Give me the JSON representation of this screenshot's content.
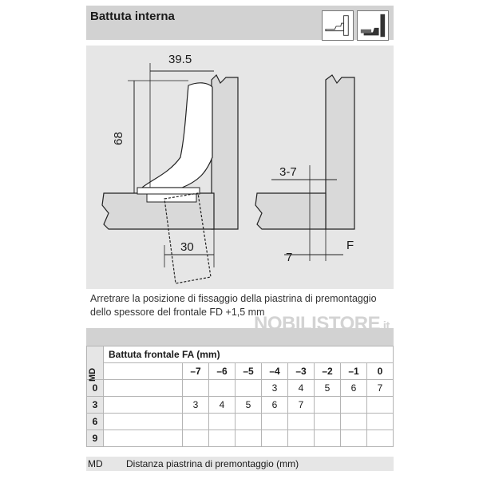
{
  "header": {
    "title": "Battuta interna"
  },
  "dimensions": {
    "width_top": "39.5",
    "height_left": "68",
    "width_bottom": "30",
    "range": "3-7",
    "seven": "7",
    "f": "F"
  },
  "note": "Arretrare la posizione di fissaggio della piastrina di premontaggio dello spessore del frontale FD +1,5 mm",
  "watermark": {
    "main": "NOBILISTORE",
    "suffix": ".it"
  },
  "table": {
    "row_axis_label": "MD",
    "column_title": "Battuta frontale FA (mm)",
    "columns": [
      "–7",
      "–6",
      "–5",
      "–4",
      "–3",
      "–2",
      "–1",
      "0"
    ],
    "rows": [
      {
        "label": "0",
        "values": [
          "",
          "",
          "",
          "3",
          "4",
          "5",
          "6",
          "7"
        ]
      },
      {
        "label": "3",
        "values": [
          "3",
          "4",
          "5",
          "6",
          "7",
          "",
          "",
          ""
        ]
      },
      {
        "label": "6",
        "values": [
          "",
          "",
          "",
          "",
          "",
          "",
          "",
          ""
        ]
      },
      {
        "label": "9",
        "values": [
          "",
          "",
          "",
          "",
          "",
          "",
          "",
          ""
        ]
      }
    ]
  },
  "footer": {
    "abbr": "MD",
    "text": "Distanza piastrina di premontaggio (mm)"
  }
}
